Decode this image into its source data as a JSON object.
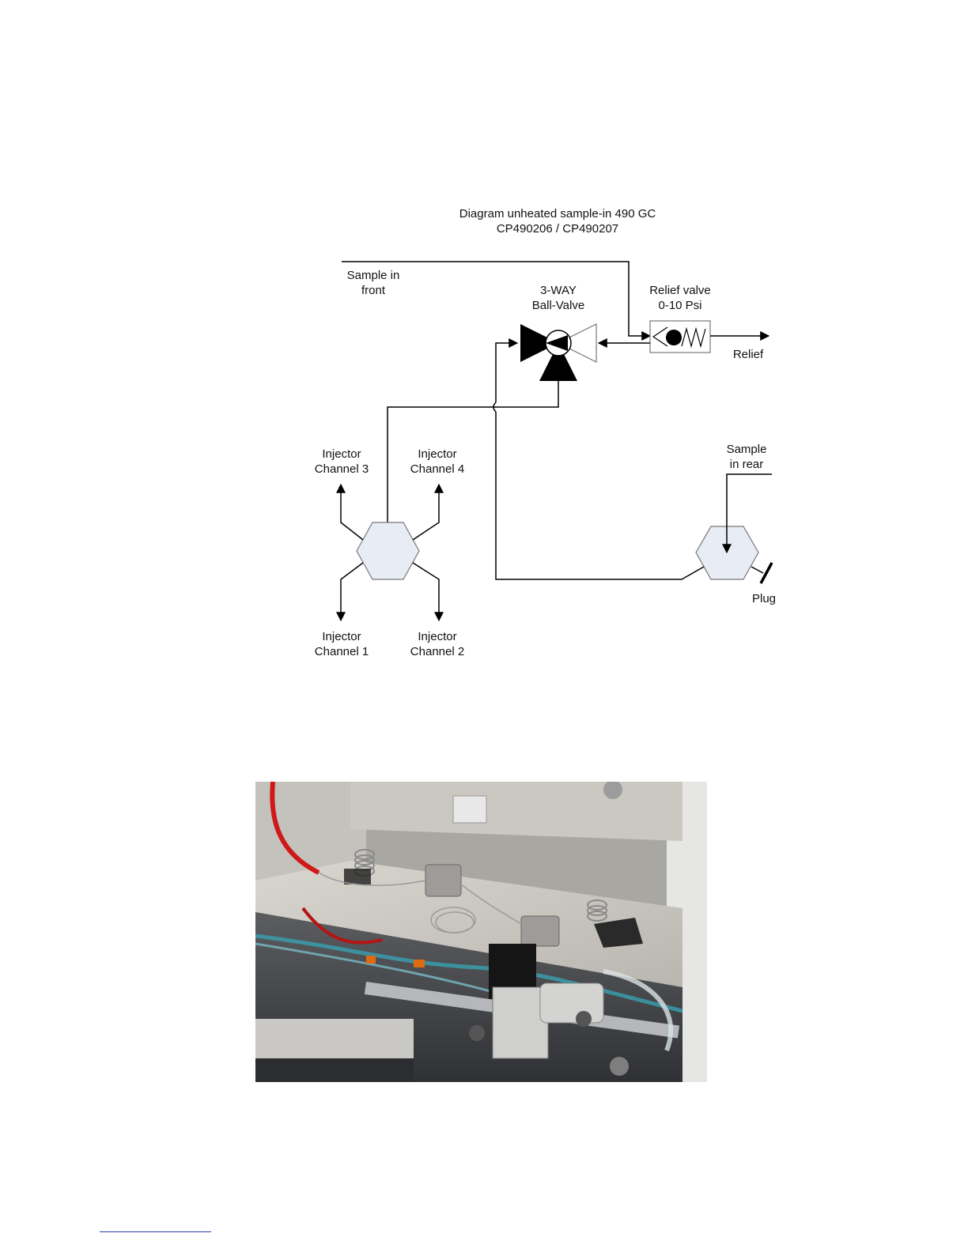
{
  "diagram": {
    "title_line1": "Diagram unheated sample-in 490 GC",
    "title_line2": "CP490206 / CP490207",
    "labels": {
      "sample_in_front": "Sample in\nfront",
      "three_way_valve": "3-WAY\nBall-Valve",
      "relief_valve": "Relief valve\n0-10 Psi",
      "relief": "Relief",
      "sample_in_rear": "Sample\nin rear",
      "plug": "Plug",
      "injector_ch3": "Injector\nChannel 3",
      "injector_ch4": "Injector\nChannel 4",
      "injector_ch1": "Injector\nChannel 1",
      "injector_ch2": "Injector\nChannel 2"
    }
  },
  "photo": {
    "subject": "gc-interior-sample-in-plumbing"
  },
  "colors": {
    "line": "#000000",
    "hexagon_fill": "#e8ecf4",
    "hexagon_stroke": "#777777",
    "footnote_rule": "#2a3bb0"
  }
}
